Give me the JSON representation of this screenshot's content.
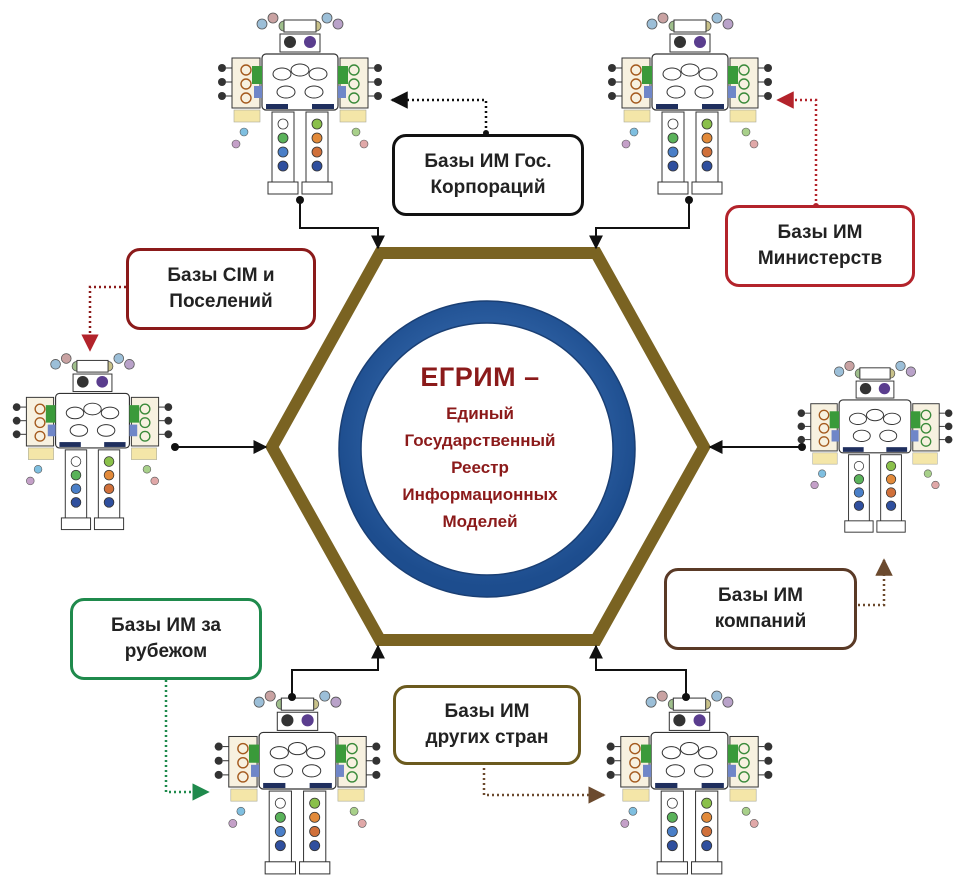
{
  "center": {
    "title": "ЕГРИМ –",
    "subtitle": "Единый\nГосударственный\nРеестр\nИнформационных\nМоделей"
  },
  "boxes": {
    "gov_corporations": "Базы ИМ Гос.\nКорпораций",
    "ministries": "Базы ИМ\nМинистерств",
    "cim_settlements": "Базы CIM и\nПоселений",
    "companies": "Базы ИМ\nкомпаний",
    "abroad": "Базы ИМ за\nрубежом",
    "other_countries": "Базы ИМ\nдругих стран"
  },
  "colors": {
    "hexagon": "#7a6322",
    "ring": "#2f64a8",
    "center_text": "#8b1a1a",
    "box_black": "#111111",
    "box_red": "#b3232b",
    "box_green": "#1f8a4c",
    "box_brown": "#5a3a26",
    "box_olive": "#6b5a1e"
  },
  "icons": {
    "model_figure": "robot-model-icon"
  }
}
